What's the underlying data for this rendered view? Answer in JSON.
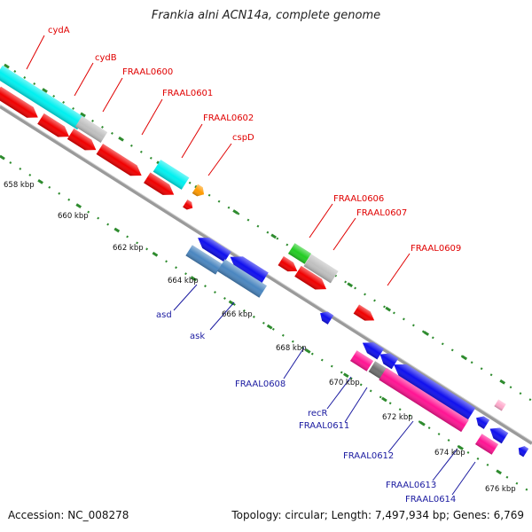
{
  "title": "Frankia alni ACN14a, complete genome",
  "footer": {
    "accession": "Accession: NC_008278",
    "info": "Topology: circular; Length: 7,497,934 bp; Genes: 6,769"
  },
  "colors": {
    "backbone": "#8a8a8a",
    "tick": "#2e8b2e",
    "label_top": "#e00000",
    "label_bottom": "#1a1aa0"
  },
  "scale_labels": [
    "658 kbp",
    "660 kbp",
    "662 kbp",
    "664 kbp",
    "666 kbp",
    "668 kbp",
    "670 kbp",
    "672 kbp",
    "674 kbp",
    "676 kbp"
  ],
  "top_labels": [
    "cydA",
    "cydB",
    "FRAAL0600",
    "FRAAL0601",
    "FRAAL0602",
    "cspD",
    "FRAAL0606",
    "FRAAL0607",
    "FRAAL0609"
  ],
  "bottom_labels": [
    "asd",
    "ask",
    "FRAAL0608",
    "recR",
    "FRAAL0611",
    "FRAAL0612",
    "FRAAL0613",
    "FRAAL0614"
  ],
  "feature_colors": {
    "cyan": "#00f0f0",
    "grey": "#c0c0c0",
    "red": "#f00000",
    "orange": "#ff9a00",
    "green": "#22cc22",
    "blue": "#1010ee",
    "steel": "#4a86c0",
    "magenta": "#ff1493",
    "darkgrey": "#707070",
    "pink": "#ffaacc"
  }
}
